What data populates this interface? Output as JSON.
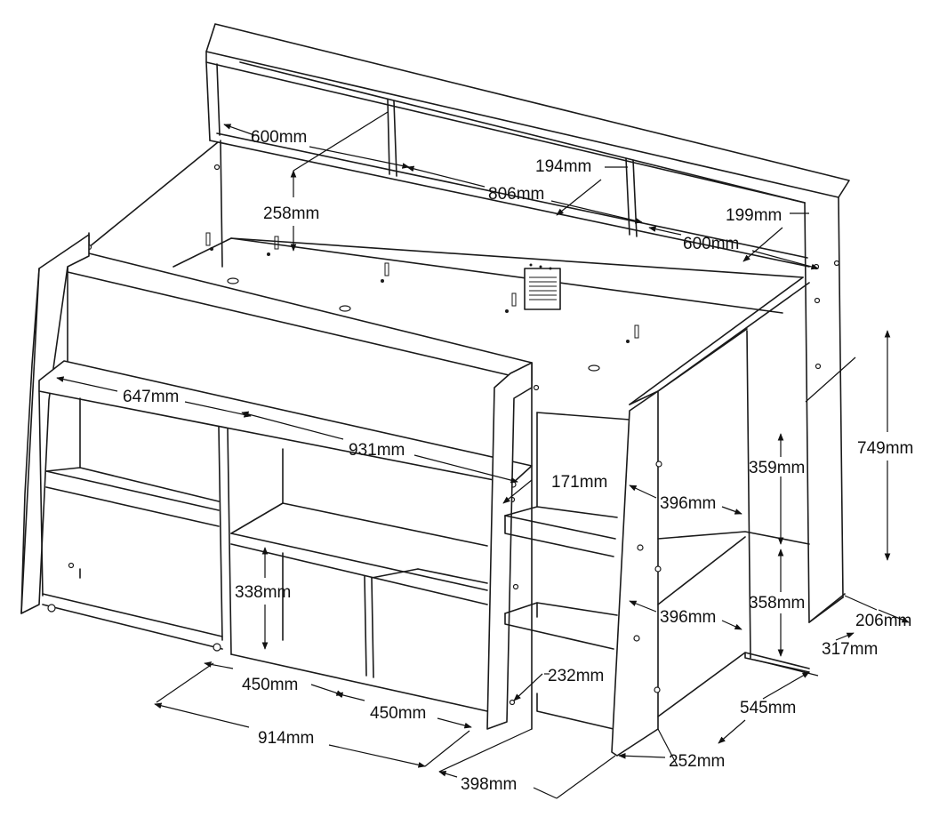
{
  "labels": {
    "top_shelf_width_left": "600mm",
    "top_shelf_height": "258mm",
    "top_divider": "194mm",
    "top_compartment": "806mm",
    "top_right_depth": "199mm",
    "top_shelf_width_right": "600mm",
    "desk_left": "647mm",
    "desk_right": "931mm",
    "ladder_gap": "171mm",
    "overall_height": "749mm",
    "right_upper_height": "359mm",
    "right_upper_width": "396mm",
    "right_lower_height": "358mm",
    "right_lower_width": "396mm",
    "back_depth": "206mm",
    "base_depth": "317mm",
    "cube_height": "338mm",
    "cube_width_1": "450mm",
    "cube_width_2": "450mm",
    "desk_total": "914mm",
    "ladder_step": "232mm",
    "right_depth": "545mm",
    "ladder_base": "252mm",
    "front_depth": "398mm"
  }
}
